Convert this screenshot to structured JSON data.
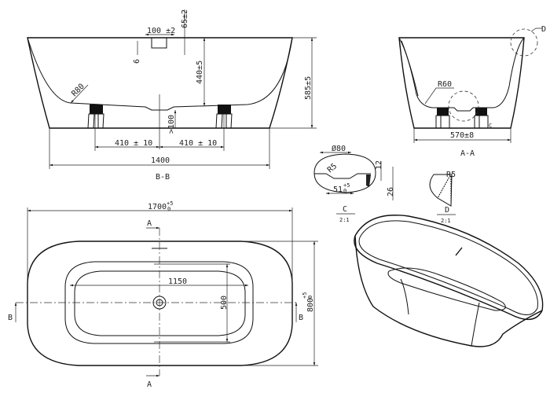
{
  "section_bb": {
    "title": "B-B",
    "overflow_width": "100 ±2",
    "overflow_depth": "65±2",
    "overflow_offset": "6",
    "radius": "R80",
    "inner_depth": "440±5",
    "total_height": "585±5",
    "drain_clearance": ">100",
    "foot_left": "410 ± 10",
    "foot_right": "410 ± 10",
    "base_length": "1400"
  },
  "section_aa": {
    "title": "A-A",
    "radius": "R60",
    "base_width": "570±8",
    "detail_c_marker": "C",
    "detail_d_marker": "D"
  },
  "detail_c": {
    "title": "C",
    "scale": "2:1",
    "diameter": "Ø80",
    "radius": "R5",
    "height_12": "12",
    "height_26": "26",
    "width": "51",
    "width_tol_upper": "+5",
    "width_tol_lower": "0"
  },
  "detail_d": {
    "title": "D",
    "scale": "2:1",
    "radius": "R5"
  },
  "top_view": {
    "length": "1700",
    "length_tol_upper": "+5",
    "length_tol_lower": "0",
    "width": "800",
    "width_tol_upper": "+5",
    "width_tol_lower": "0",
    "inner_length": "1150",
    "inner_width": "500",
    "section_a_top": "A",
    "section_a_bottom": "A",
    "section_b_left": "B",
    "section_b_right": "B"
  }
}
